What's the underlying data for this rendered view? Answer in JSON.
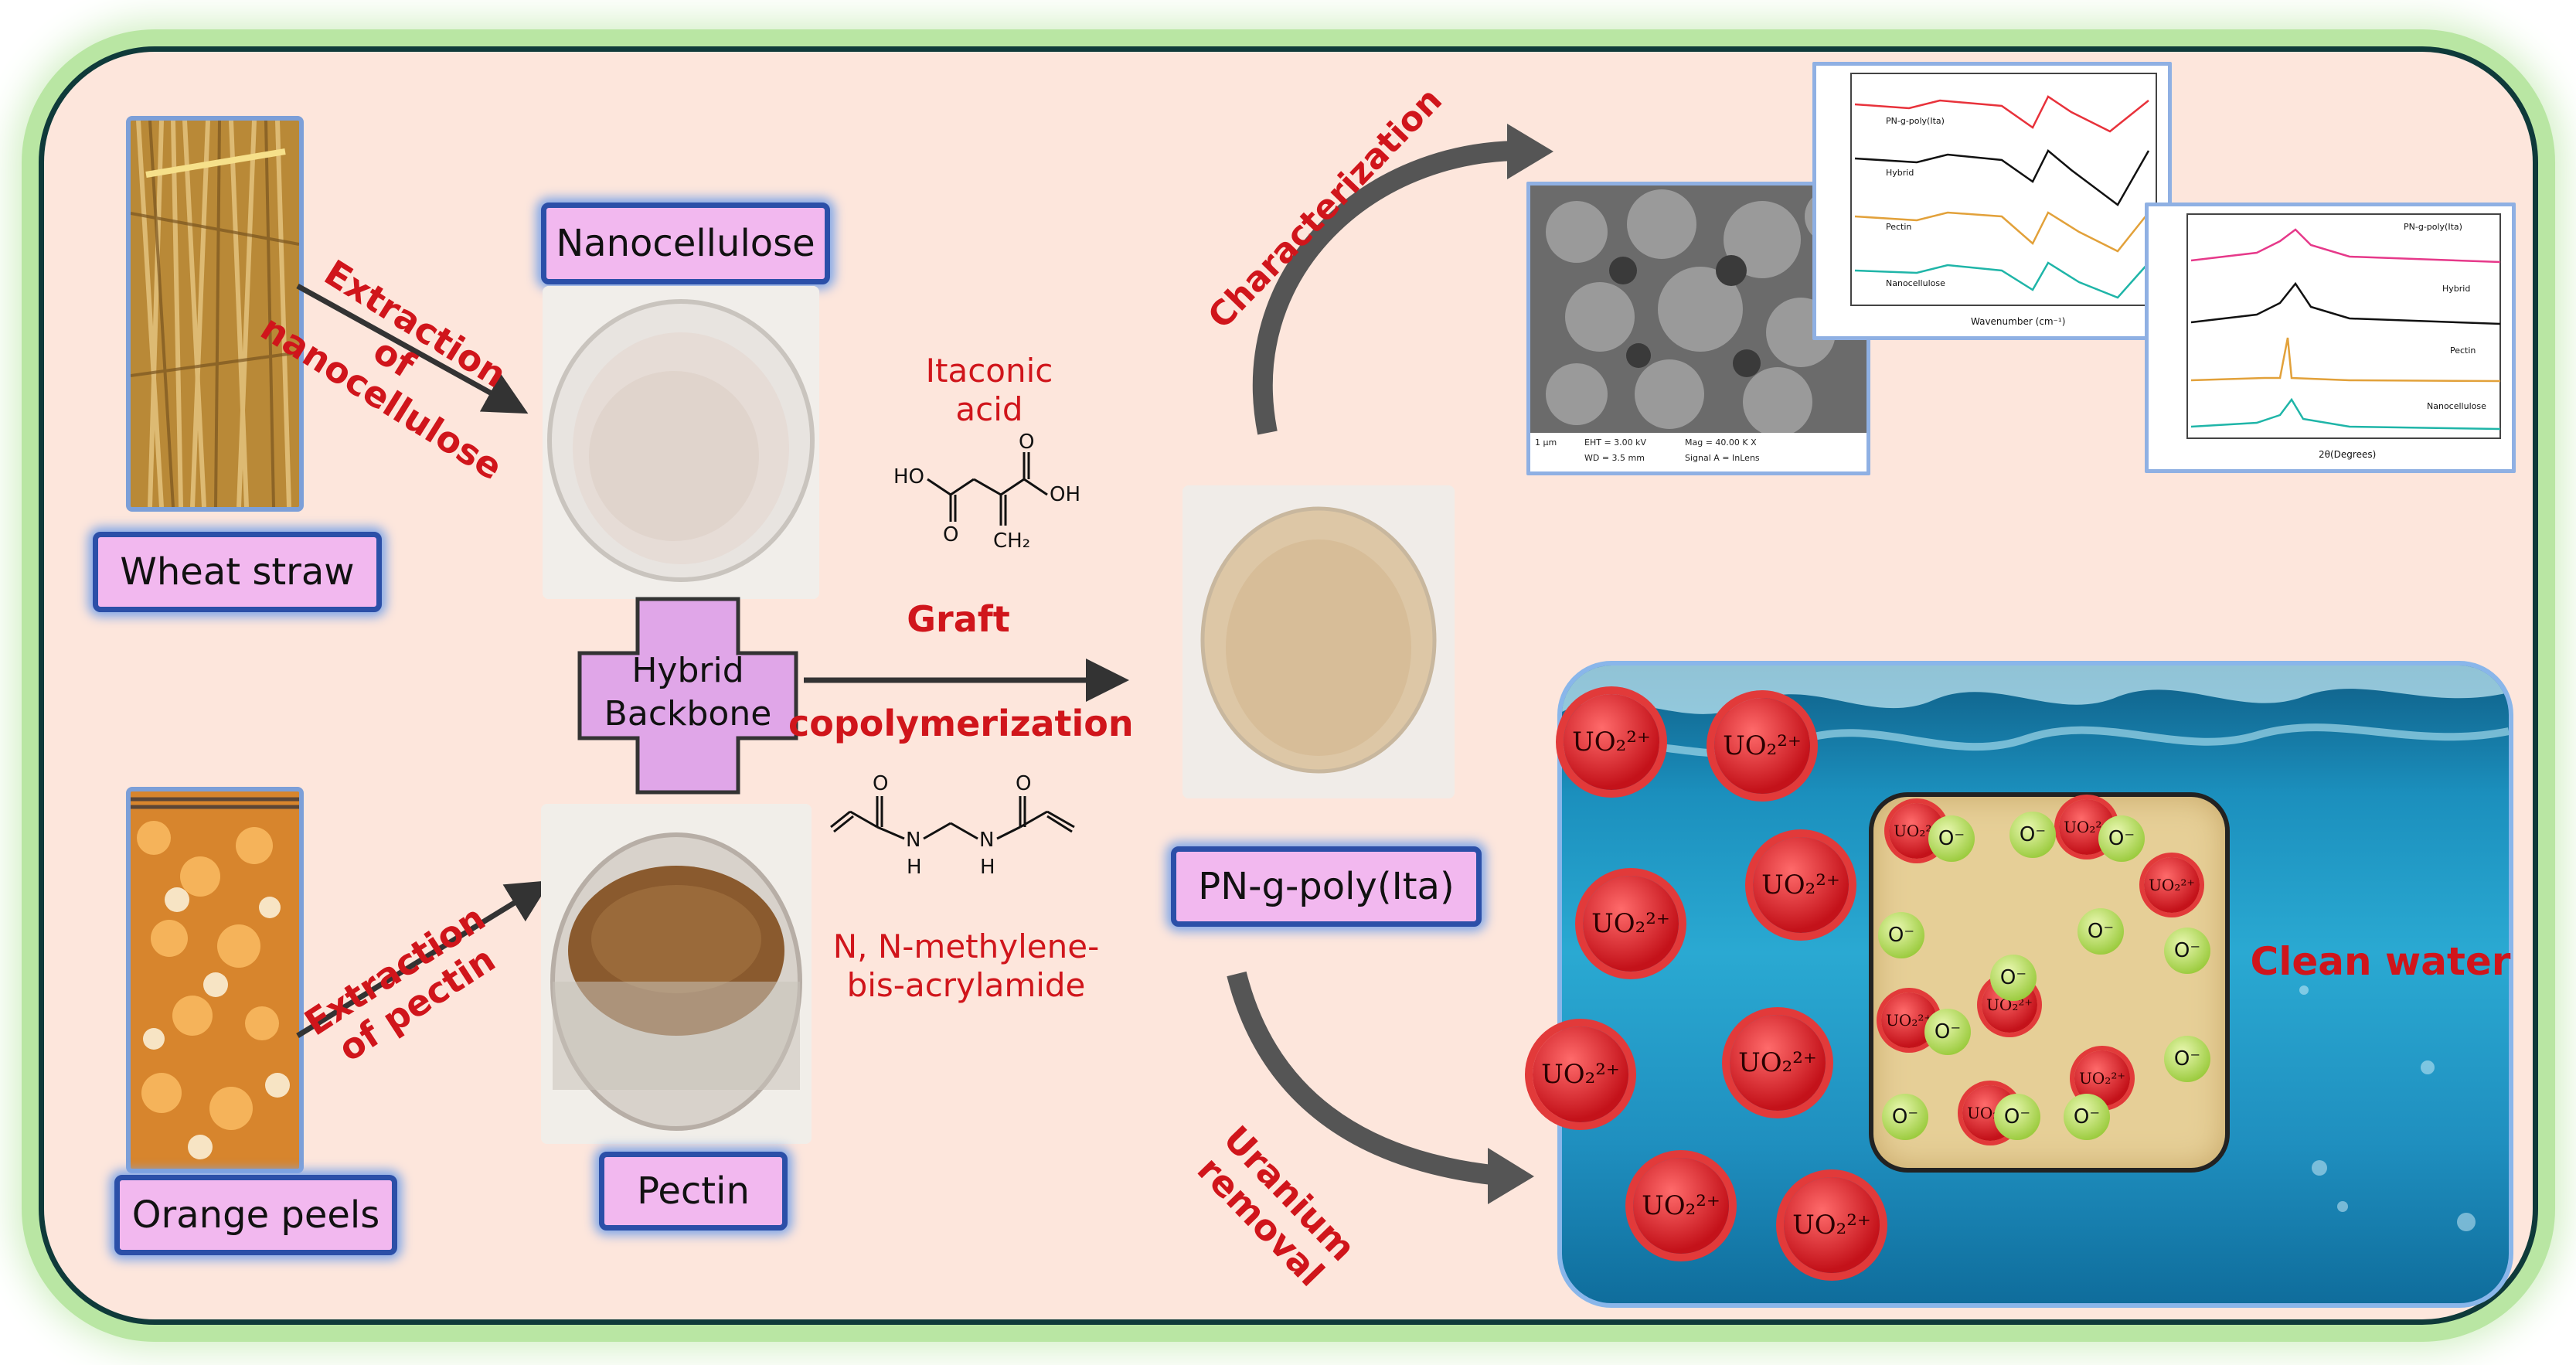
{
  "labels": {
    "wheat_straw": "Wheat straw",
    "orange_peels": "Orange peels",
    "nanocellulose": "Nanocellulose",
    "pectin": "Pectin",
    "hybrid_backbone": "Hybrid Backbone",
    "product": "PN-g-poly(Ita)",
    "clean_water": "Clean water"
  },
  "steps": {
    "extraction_nanocellulose": "Extraction of nanocellulose",
    "extraction_pectin": "Extraction of pectin",
    "graft_line1": "Graft",
    "graft_line2": "copolymerization",
    "characterization": "Characterization",
    "uranium_removal": "Uranium removal"
  },
  "reagents": {
    "itaconic_line1": "Itaconic",
    "itaconic_line2": "acid",
    "mba_line1": "N, N-methylene-",
    "mba_line2": "bis-acrylamide"
  },
  "chem_atoms": {
    "ho": "HO",
    "oh": "OH",
    "o": "O",
    "ch2": "CH₂",
    "n": "N",
    "h": "H"
  },
  "water_panel": {
    "uranyl_ion": "UO₂²⁺",
    "anion": "O⁻"
  },
  "ftir_legend": [
    "PN-g-poly(Ita)",
    "Hybrid",
    "Pectin",
    "Nanocellulose"
  ],
  "ftir_xlabel": "Wavenumber (cm⁻¹)",
  "xrd_legend": [
    "PN-g-poly(Ita)",
    "Hybrid",
    "Pectin",
    "Nanocellulose"
  ],
  "xrd_xlabel": "2θ(Degrees)",
  "sem_info": {
    "scale": "1 μm",
    "eht": "EHT = 3.00 kV",
    "wd": "WD = 3.5 mm",
    "mag": "Mag = 40.00 K X",
    "signal": "Signal A = InLens"
  },
  "colors": {
    "frame_bg": "#fde6dc",
    "label_bg": "#f2b8ef",
    "label_border": "#2b4fa8",
    "step_text": "#d0151b",
    "water": "#2a9fc8"
  }
}
